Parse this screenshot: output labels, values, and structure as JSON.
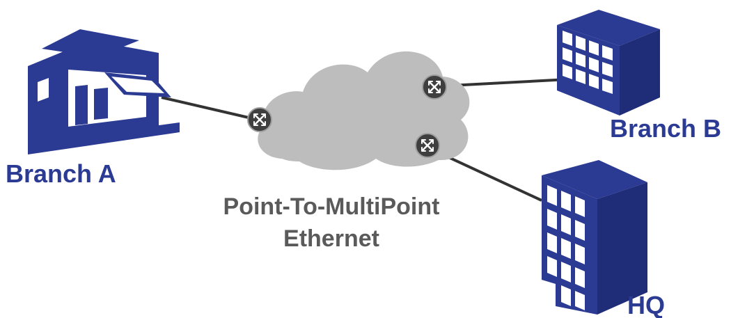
{
  "nodes": {
    "branch_a": {
      "label": "Branch A",
      "icon": "storefront-icon"
    },
    "branch_b": {
      "label": "Branch B",
      "icon": "office-building-icon"
    },
    "hq": {
      "label": "HQ",
      "icon": "tall-office-building-icon"
    }
  },
  "network": {
    "line1": "Point-To-MultiPoint",
    "line2": "Ethernet",
    "icon": "cloud-icon"
  },
  "connections": [
    {
      "from": "Branch A",
      "to": "cloud"
    },
    {
      "from": "cloud",
      "to": "Branch B"
    },
    {
      "from": "cloud",
      "to": "HQ"
    }
  ],
  "colors": {
    "building": "#2b3a92",
    "building_light": "#ffffff",
    "cloud": "#bdbdbd",
    "router": "#3f3f3f",
    "link": "#333333",
    "caption": "#5a5a5a"
  }
}
